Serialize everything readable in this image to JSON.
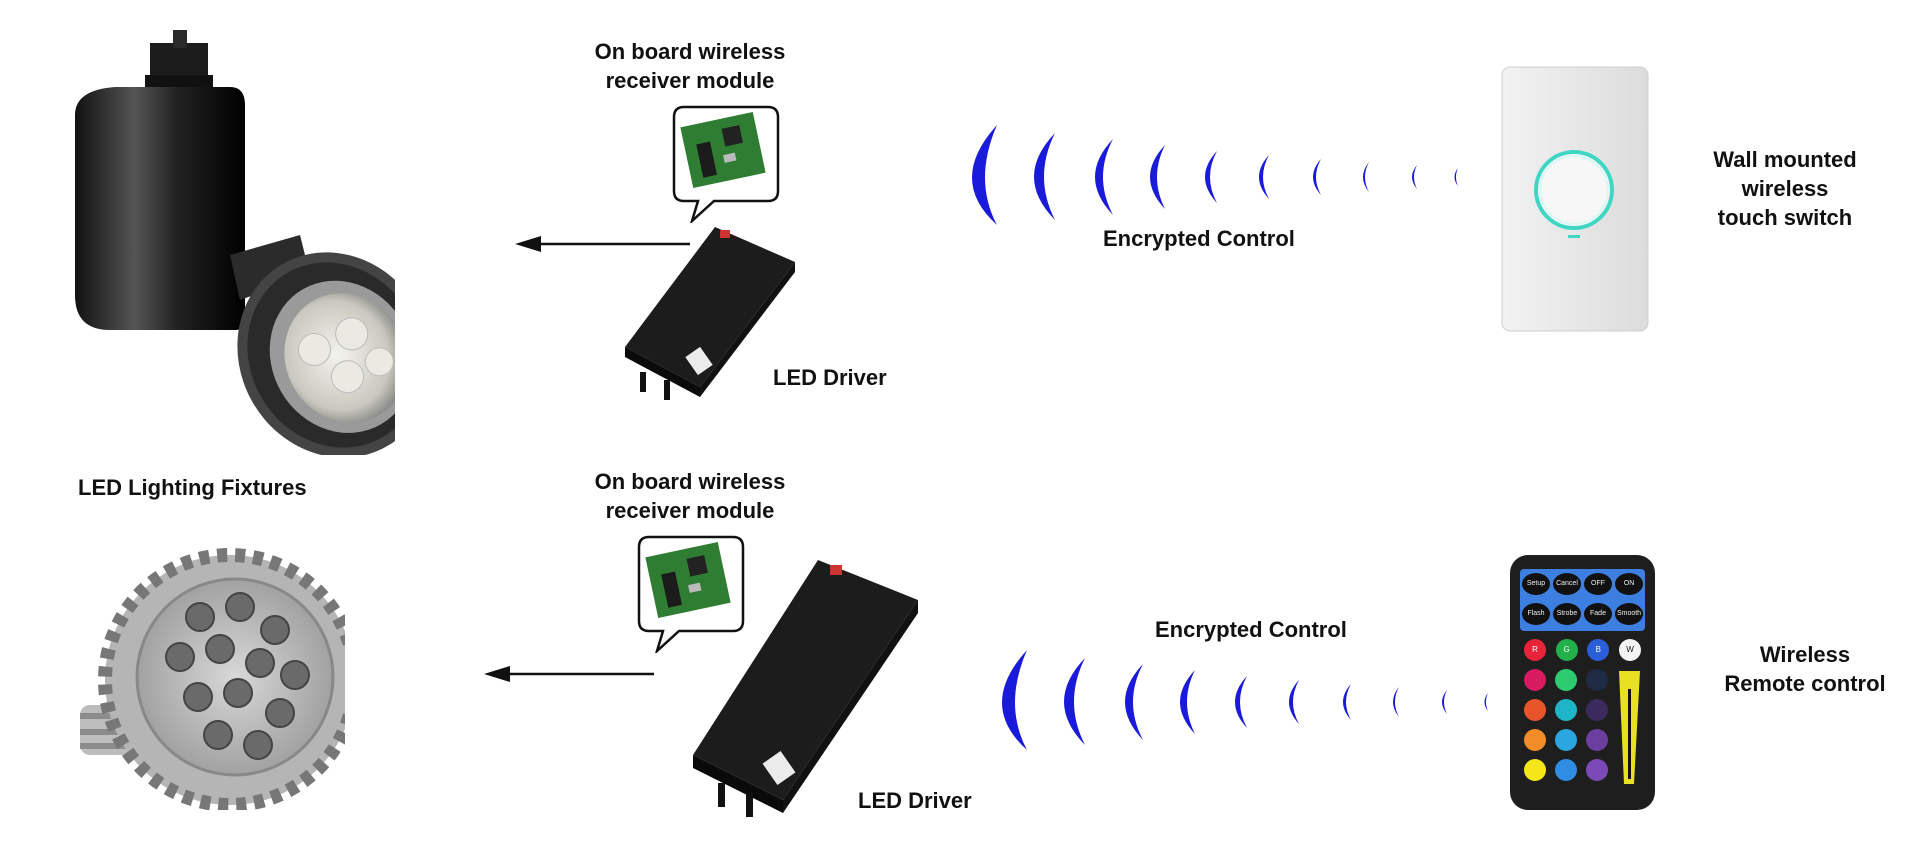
{
  "fixtures_label": "LED Lighting Fixtures",
  "top_row": {
    "module_label_line1": "On board wireless",
    "module_label_line2": "receiver module",
    "driver_label": "LED Driver",
    "signal_label": "Encrypted Control",
    "switch_label_line1": "Wall mounted",
    "switch_label_line2": "wireless",
    "switch_label_line3": "touch switch"
  },
  "bottom_row": {
    "module_label_line1": "On board wireless",
    "module_label_line2": "receiver module",
    "driver_label": "LED Driver",
    "signal_label": "Encrypted Control",
    "remote_label_line1": "Wireless",
    "remote_label_line2": "Remote control"
  },
  "remote_buttons": {
    "row1": [
      "Setup",
      "Cancel",
      "OFF",
      "ON"
    ],
    "row2": [
      "Flash",
      "Strobe",
      "Fade",
      "Smooth"
    ],
    "row3": [
      "R",
      "G",
      "B",
      "W"
    ]
  },
  "colors": {
    "wave": "#1a1adb",
    "arrow": "#111111",
    "pcb": "#2e7d32",
    "switch_ring": "#3fd7c4"
  },
  "icons": [
    "track-light-icon",
    "par-bulb-icon",
    "led-driver-icon",
    "receiver-module-icon",
    "wall-switch-icon",
    "remote-control-icon"
  ]
}
